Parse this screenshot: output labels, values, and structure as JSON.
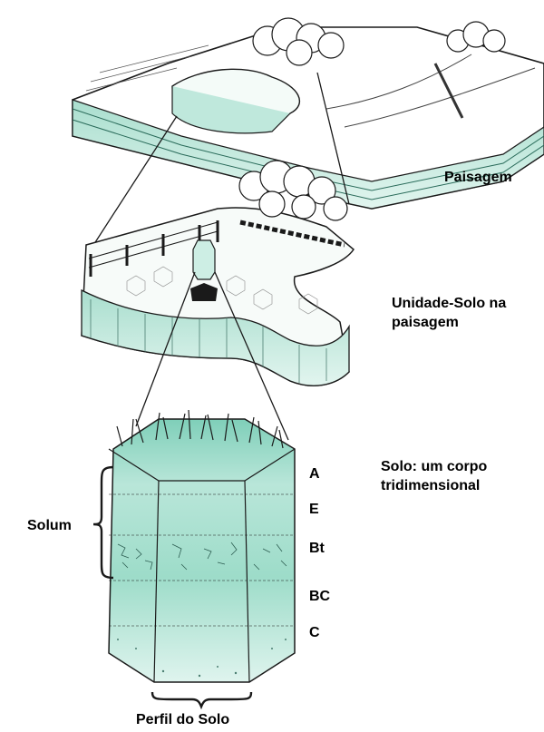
{
  "labels": {
    "landscape": "Paisagem",
    "soil_unit_line1": "Unidade-Solo na",
    "soil_unit_line2": "paisagem",
    "soil_body_line1": "Solo: um corpo",
    "soil_body_line2": "tridimensional",
    "solum": "Solum",
    "soil_profile": "Perfil do Solo"
  },
  "horizons": [
    "A",
    "E",
    "Bt",
    "BC",
    "C"
  ],
  "colors": {
    "soil_light": "#e6f6f1",
    "soil_mid": "#bfe8dc",
    "soil_dark": "#8fd4c1",
    "ink": "#1a1a1a"
  }
}
